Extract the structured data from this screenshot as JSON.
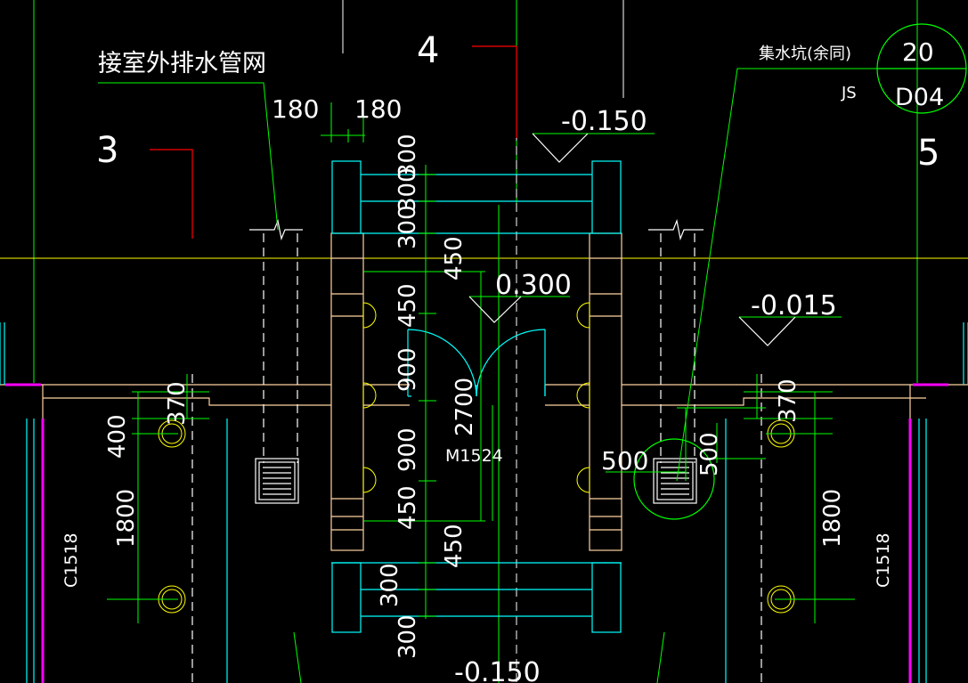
{
  "drawing": {
    "annotations": {
      "drain_pipe_note": "接室外排水管网",
      "sump_note": "集水坑(余同)",
      "grid_3": "3",
      "grid_4": "4",
      "grid_5": "5",
      "detail_number": "20",
      "detail_sheet": "D04",
      "detail_prefix": "JS",
      "door_tag": "M1524",
      "window_tag_left": "C1518",
      "window_tag_right": "C1518"
    },
    "elevations": {
      "top": "-0.150",
      "center": "0.300",
      "right": "-0.015",
      "bottom": "-0.150"
    },
    "dimensions": {
      "top_left_180": "180",
      "top_right_180": "180",
      "col_300_a": "300",
      "col_300_b": "300",
      "col_300_c": "300",
      "col_450_a": "450",
      "col_450_b": "450",
      "col_450_c": "450",
      "col_450_d": "450",
      "col_900_a": "900",
      "col_900_b": "900",
      "col_300_d": "300",
      "col_300_e": "300",
      "height_2700": "2700",
      "left_370": "370",
      "left_400": "400",
      "left_1800": "1800",
      "right_370": "370",
      "right_500_a": "500",
      "right_500_b": "500",
      "right_1800": "1800"
    },
    "colors": {
      "background": "#000000",
      "green_line": "#00ff00",
      "cyan_line": "#00ffff",
      "red_line": "#ff0000",
      "yellow_line": "#ffff00",
      "wall_line": "#ffd2a0",
      "magenta_line": "#ff00ff",
      "white_line": "#ffffff"
    }
  }
}
